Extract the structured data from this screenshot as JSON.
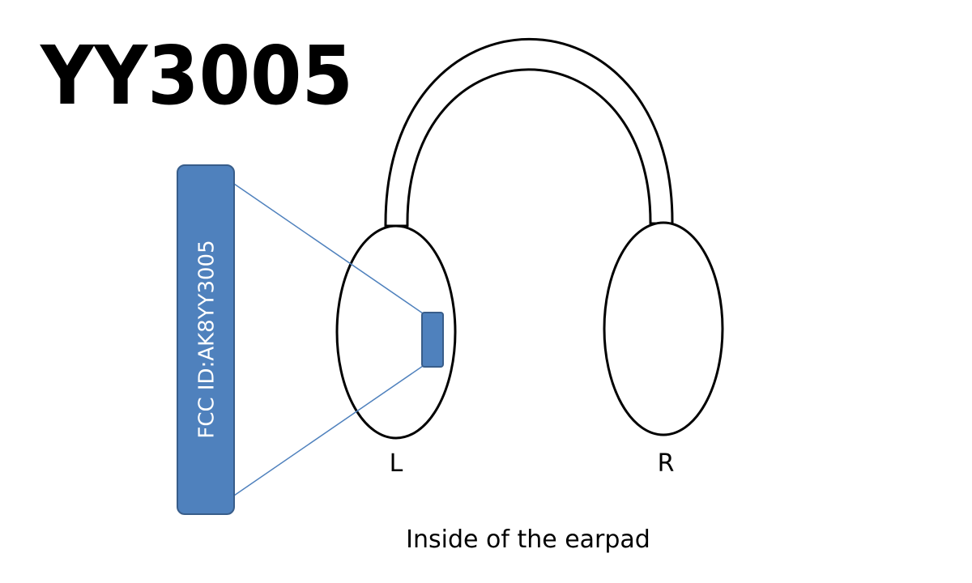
{
  "title": "YY3005",
  "label_tag": {
    "text": "FCC ID:AK8YY3005",
    "color": "#4f81bd",
    "border_color": "#385d8a"
  },
  "earcups": {
    "left_label": "L",
    "right_label": "R"
  },
  "caption": "Inside of the earpad"
}
